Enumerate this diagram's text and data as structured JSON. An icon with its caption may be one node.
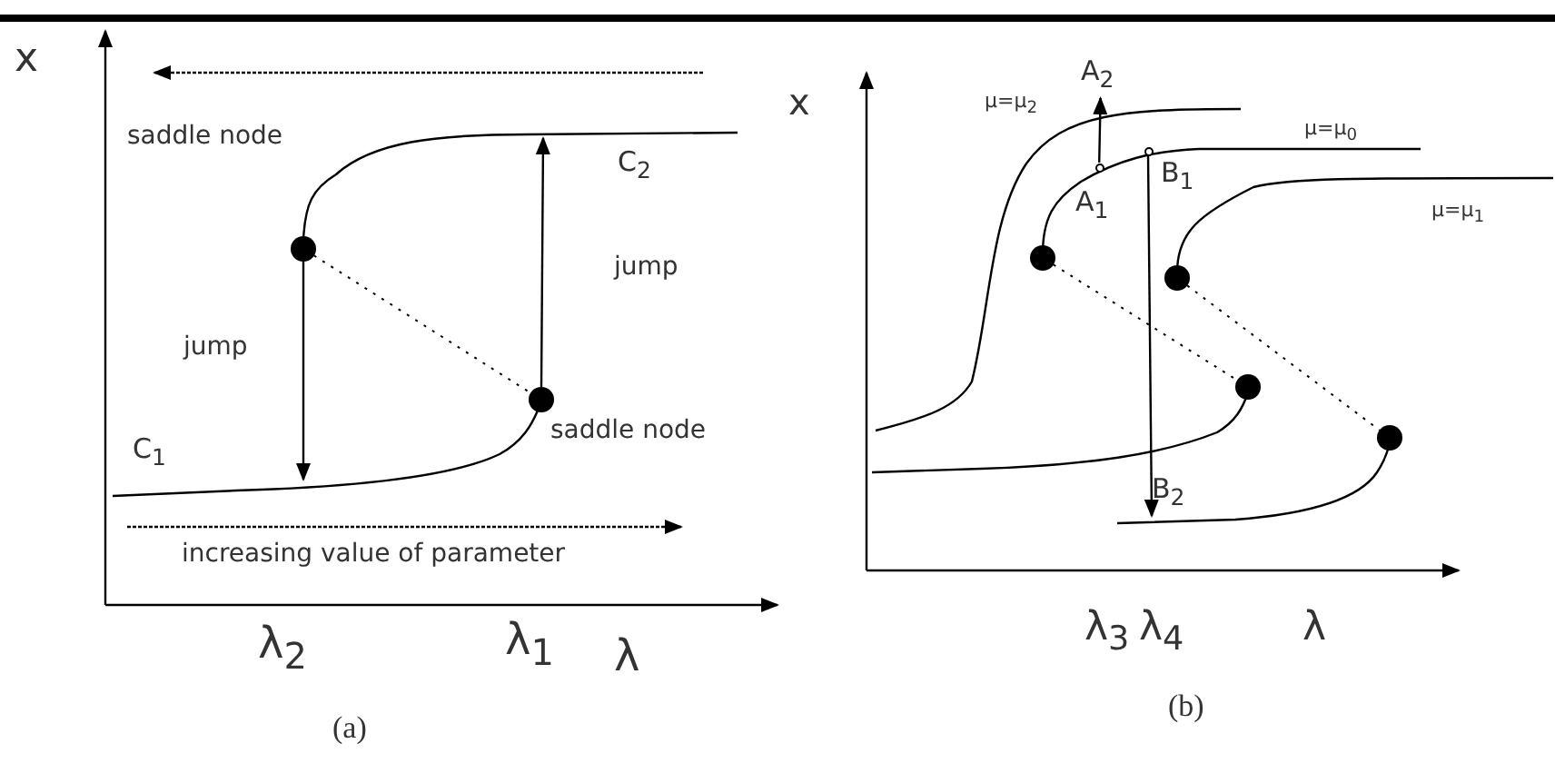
{
  "diagram": {
    "nodes": [
      {
        "text": [],
        "shape": "circle"
      },
      {
        "text": [],
        "shape": "circle"
      },
      {
        "text": [
          "A$_{2}$"
        ]
      },
      {
        "text": [],
        "shape": "circle",
        "beside": [
          "A$_{1}$"
        ]
      },
      {
        "text": [],
        "shape": "circle",
        "beside": [
          "B$_{1}$"
        ]
      },
      {
        "text": [],
        "shape": "circle"
      },
      {
        "text": [],
        "shape": "circle"
      },
      {
        "text": [],
        "shape": "circle"
      },
      {
        "text": [],
        "shape": "circle"
      },
      {
        "text": [
          "B$_{2}$"
        ]
      }
    ],
    "edges": [
      {
        "from": 0,
        "to": null,
        "arrow": "to",
        "label": "jump"
      },
      {
        "from": 1,
        "to": null,
        "arrow": "to",
        "label": "jump"
      },
      {
        "from": 0,
        "to": 1,
        "arrow": "none",
        "style": "dashed"
      },
      {
        "from": 3,
        "to": 2,
        "arrow": "to"
      },
      {
        "from": 4,
        "to": 9,
        "arrow": "to"
      },
      {
        "from": 5,
        "to": 7,
        "arrow": "none",
        "style": "dashed"
      },
      {
        "from": 6,
        "to": 8,
        "arrow": "none",
        "style": "dashed"
      }
    ],
    "labels": [
      "x",
      "saddle node",
      "C$_{2}$",
      "C$_{1}$",
      "saddle node",
      "increasing value of parameter",
      "λ$_{2}$",
      "λ$_{1}$",
      "λ",
      "(a)",
      "x",
      "μ=μ$_{2}$",
      "μ=μ$_{0}$",
      "μ=μ$_{1}$",
      "λ$_{3}$",
      "λ$_{4}$",
      "λ",
      "(b)"
    ]
  }
}
